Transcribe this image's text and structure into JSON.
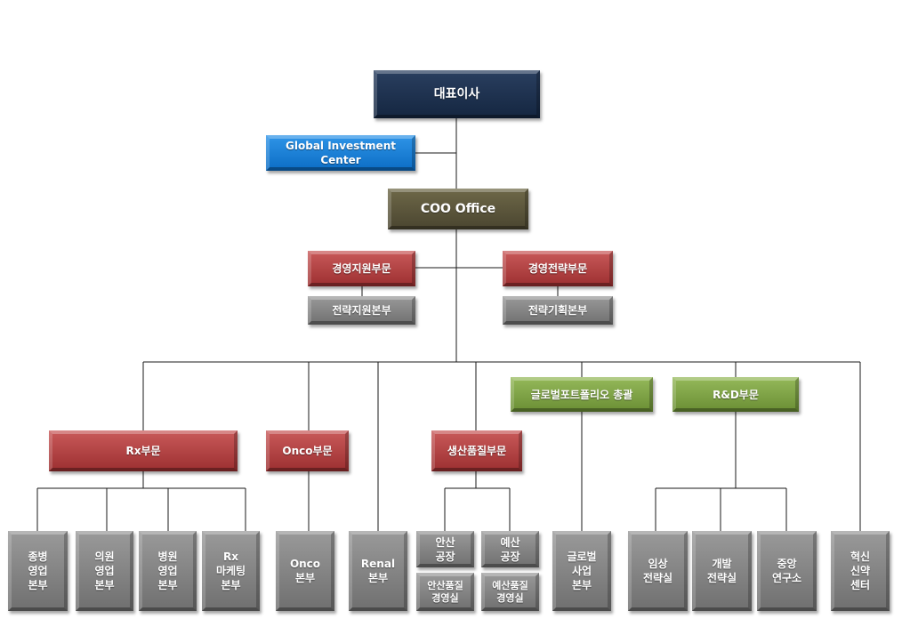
{
  "org": {
    "ceo": "대표이사",
    "gic": "Global Investment Center",
    "coo": "COO Office",
    "mgmt_support": "경영지원부문",
    "mgmt_strategy": "경영전략부문",
    "strategy_support": "전략지원본부",
    "strategy_planning": "전략기획본부",
    "global_portfolio": "글로벌포트폴리오 총괄",
    "rnd": "R&D부문",
    "rx": "Rx부문",
    "onco": "Onco부문",
    "production": "생산품질부문",
    "rx_general_sales": "종병\n영업\n본부",
    "rx_clinic_sales": "의원\n영업\n본부",
    "rx_hospital_sales": "병원\n영업\n본부",
    "rx_marketing": "Rx\n마케팅\n본부",
    "onco_hq": "Onco\n본부",
    "renal_hq": "Renal\n본부",
    "ansan_plant": "안산\n공장",
    "yesan_plant": "예산\n공장",
    "ansan_quality": "안산품질\n경영실",
    "yesan_quality": "예산품질\n경영실",
    "global_business": "글로벌\n사업\n본부",
    "clinical_strategy": "임상\n전략실",
    "dev_strategy": "개발\n전략실",
    "central_lab": "중앙\n연구소",
    "innovation_center": "혁신\n신약\n센터"
  },
  "colors": {
    "navy": "#1b2f4d",
    "blue": "#1380d8",
    "olive": "#5a5439",
    "red": "#b04344",
    "green": "#7fa345",
    "gray": "#828282",
    "connector": "#1a1a1a"
  }
}
